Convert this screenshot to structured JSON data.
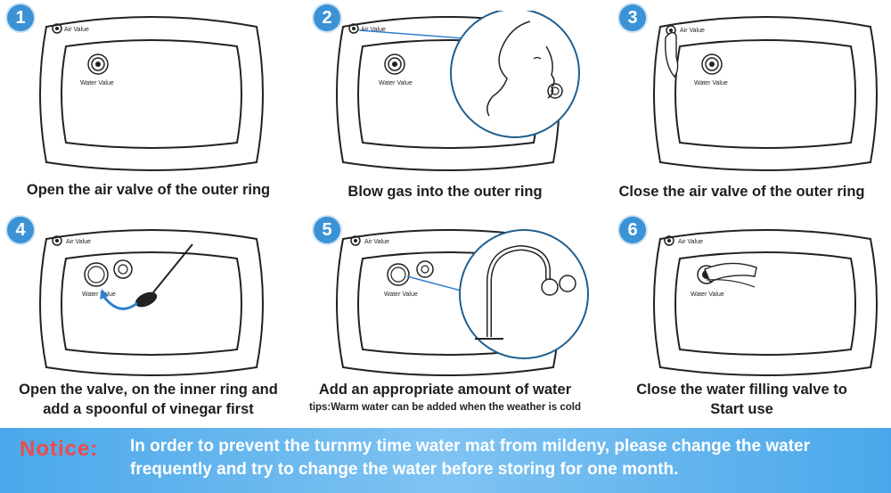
{
  "steps": [
    {
      "number": "1",
      "caption_lines": [
        "Open the air valve of the outer ring"
      ],
      "air_label": "Air Value",
      "water_label": "Water Value"
    },
    {
      "number": "2",
      "caption_lines": [
        "Blow gas into the outer ring"
      ],
      "air_label": "Air Value",
      "water_label": "Water Value"
    },
    {
      "number": "3",
      "caption_lines": [
        "Close the air valve of the outer ring"
      ],
      "air_label": "Air Value",
      "water_label": "Water Value"
    },
    {
      "number": "4",
      "caption_lines": [
        "Open the valve, on the inner ring and",
        "add a spoonful of vinegar first"
      ],
      "air_label": "Air Value",
      "water_label": "Water Value"
    },
    {
      "number": "5",
      "caption_lines": [
        "Add an appropriate amount of water"
      ],
      "tips": "tips:Warm water can be added when the weather is cold",
      "air_label": "Air Value",
      "water_label": "Water Value"
    },
    {
      "number": "6",
      "caption_lines": [
        "Close the water filling valve to",
        "Start use"
      ],
      "air_label": "Air Value",
      "water_label": "Water Value"
    }
  ],
  "notice": {
    "label": "Notice:",
    "text": "In order to prevent the turnmy time water mat from mildeny, please change the water frequently and try to change the water before storing for one month."
  },
  "colors": {
    "number_badge": "#3b93d6",
    "notice_bg": "#4aa8ea",
    "notice_label": "#ef4a4a",
    "arrow": "#2f7fd0"
  }
}
